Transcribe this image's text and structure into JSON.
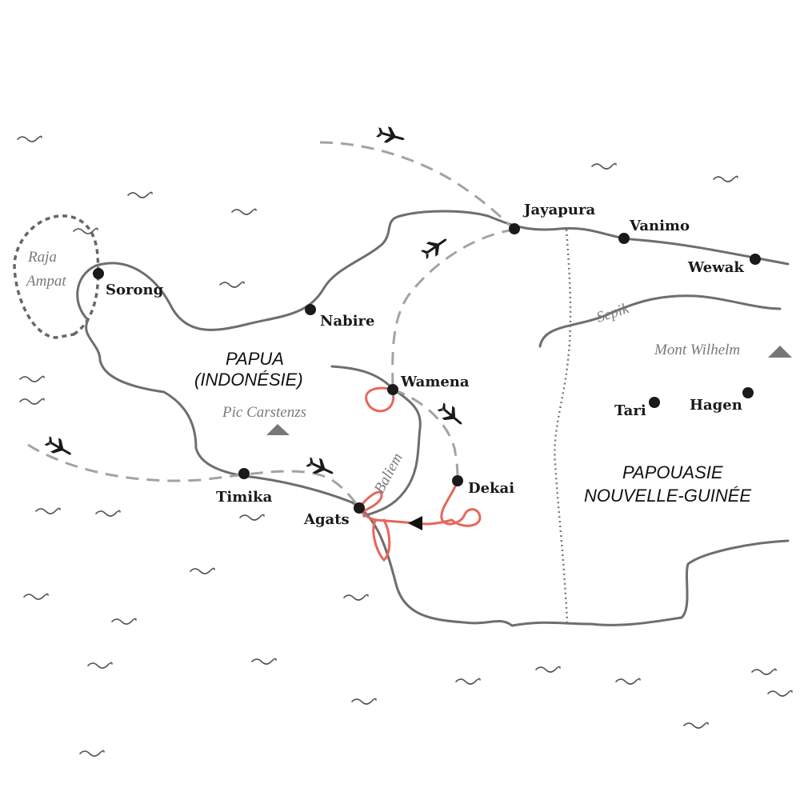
{
  "colors": {
    "coast": "#6e6e6e",
    "flight": "#a3a3a3",
    "route": "#e8665b",
    "city": "#1a1a1a",
    "feature": "#7a7a7a"
  },
  "regions": {
    "papua_line1": "PAPUA",
    "papua_line2": "(INDONÉSIE)",
    "png_line1": "PAPOUASIE",
    "png_line2": "NOUVELLE-GUINÉE"
  },
  "cities": {
    "jayapura": "Jayapura",
    "vanimo": "Vanimo",
    "wewak": "Wewak",
    "sorong": "Sorong",
    "nabire": "Nabire",
    "wamena": "Wamena",
    "dekai": "Dekai",
    "timika": "Timika",
    "agats": "Agats",
    "tari": "Tari",
    "hagen": "Hagen"
  },
  "features": {
    "raja": "Raja",
    "ampat": "Ampat",
    "sepik": "Sepik",
    "mont_wilhelm": "Mont Wilhelm",
    "pic_carstenzs": "Pic Carstenzs",
    "baliem": "Baliem"
  },
  "icons": [
    "plane-icon",
    "mountain-icon",
    "wave-icon",
    "city-dot-icon",
    "direction-arrow-icon"
  ]
}
